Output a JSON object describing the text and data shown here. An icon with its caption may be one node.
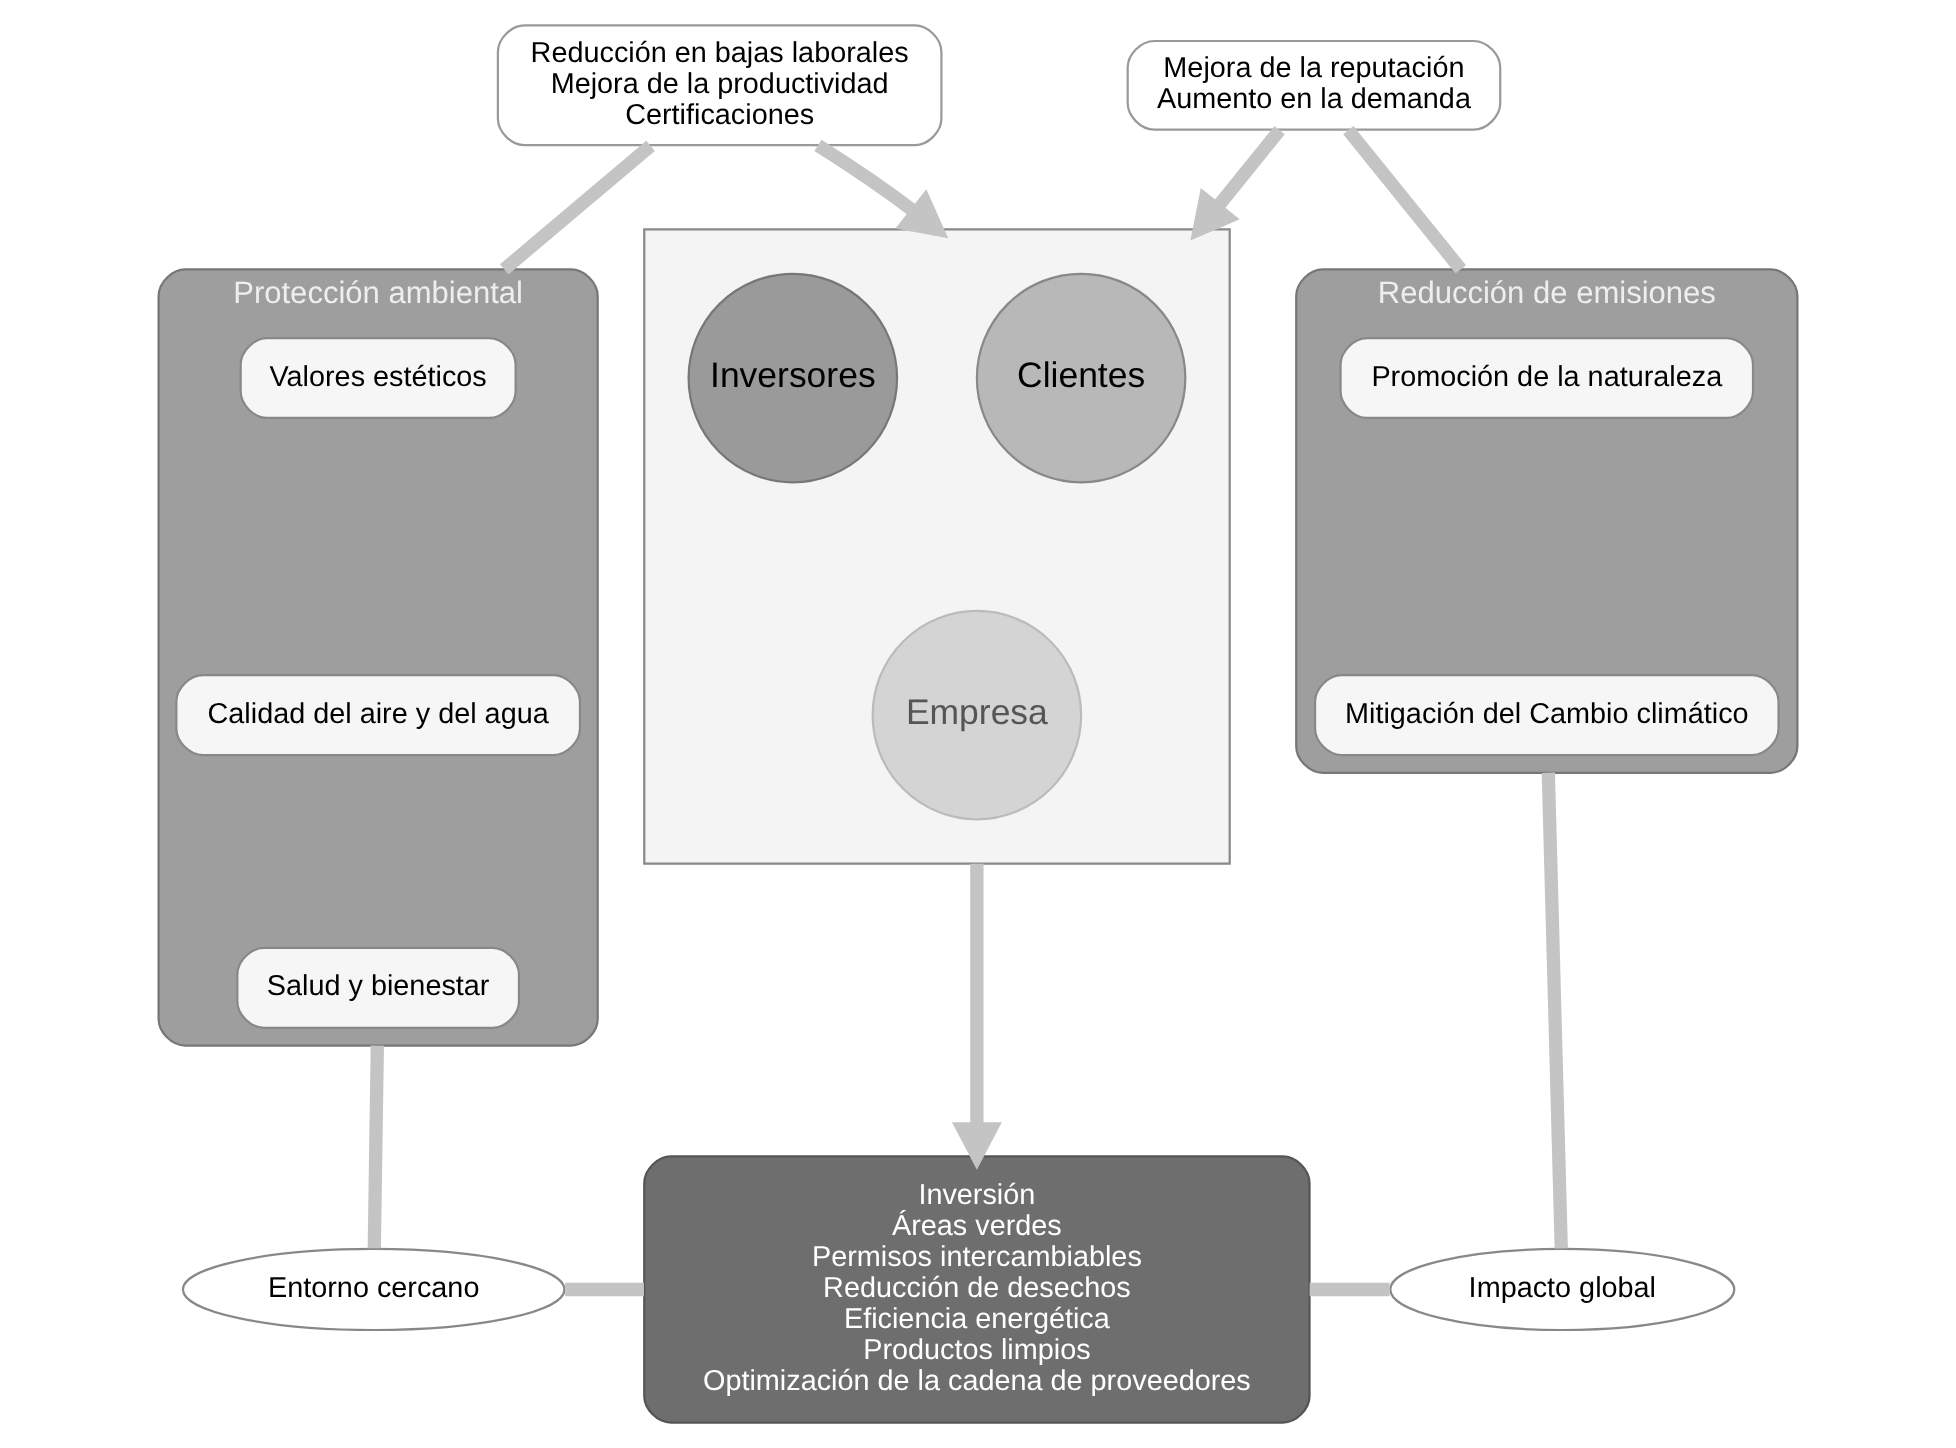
{
  "diagram": {
    "nodes": [
      {
        "text": [
          "Reducción en bajas laborales",
          "Mejora de la productividad",
          "Certificaciones"
        ]
      },
      {
        "text": [],
        "shape": "funnel"
      },
      {
        "text": [
          "Clientes"
        ],
        "in": 1
      },
      {
        "text": [
          "Inversores"
        ],
        "in": 1
      },
      {
        "text": [
          "Empresa"
        ],
        "in": 1
      },
      {
        "text": [
          "Mejora de la reputación",
          "Aumento en la demanda"
        ]
      },
      {
        "text": [
          "Protección ambiental"
        ]
      },
      {
        "text": [
          "Valores estéticos"
        ],
        "in": 6
      },
      {
        "text": [
          "Calidad del aire y del agua"
        ],
        "in": 6
      },
      {
        "text": [
          "Salud y bienestar"
        ],
        "in": 6
      },
      {
        "text": [
          "Reducción de emisiones"
        ]
      },
      {
        "text": [
          "Promoción de la naturaleza"
        ],
        "in": 10
      },
      {
        "text": [
          "Mitigación del Cambio climático"
        ],
        "in": 10
      },
      {
        "text": [
          "Inversión",
          "Áreas verdes",
          "Permisos intercambiables",
          "Reducción de desechos",
          "Eficiencia energética",
          "Productos limpios",
          "Optimización de la cadena de proveedores"
        ]
      },
      {
        "text": [
          "Entorno cercano"
        ]
      },
      {
        "text": [
          "Impacto global"
        ]
      }
    ],
    "edges": [
      {
        "from": 0,
        "to": 1,
        "arrow": "to"
      },
      {
        "from": 5,
        "to": 1,
        "arrow": "to"
      },
      {
        "from": 1,
        "to": 13,
        "arrow": "to"
      },
      {
        "from": 0,
        "to": 6,
        "arrow": "none"
      },
      {
        "from": 6,
        "to": 14,
        "arrow": "none"
      },
      {
        "from": 14,
        "to": 13,
        "arrow": "none"
      },
      {
        "from": 13,
        "to": 15,
        "arrow": "none"
      },
      {
        "from": 10,
        "to": 15,
        "arrow": "none"
      },
      {
        "from": 5,
        "to": 10,
        "arrow": "none"
      }
    ]
  }
}
